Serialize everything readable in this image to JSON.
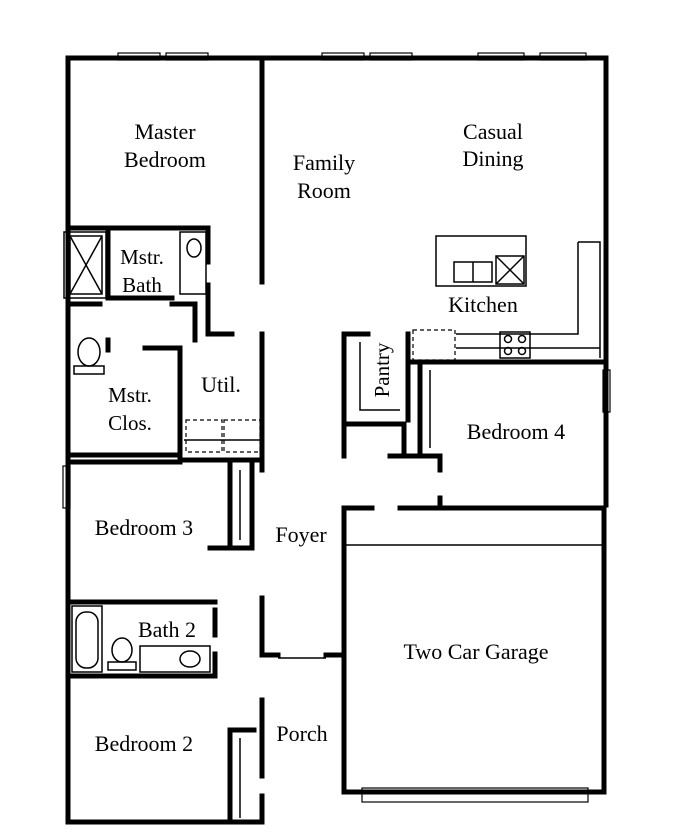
{
  "rooms": {
    "master_bedroom": [
      "Master",
      "Bedroom"
    ],
    "family_room": [
      "Family",
      "Room"
    ],
    "casual_dining": [
      "Casual",
      "Dining"
    ],
    "mstr_bath": [
      "Mstr.",
      "Bath"
    ],
    "kitchen": "Kitchen",
    "pantry": "Pantry",
    "util": "Util.",
    "mstr_clos": [
      "Mstr.",
      "Clos."
    ],
    "bedroom4": "Bedroom 4",
    "bedroom3": "Bedroom 3",
    "foyer": "Foyer",
    "bath2": "Bath 2",
    "garage": "Two Car Garage",
    "bedroom2": "Bedroom 2",
    "porch": "Porch"
  }
}
